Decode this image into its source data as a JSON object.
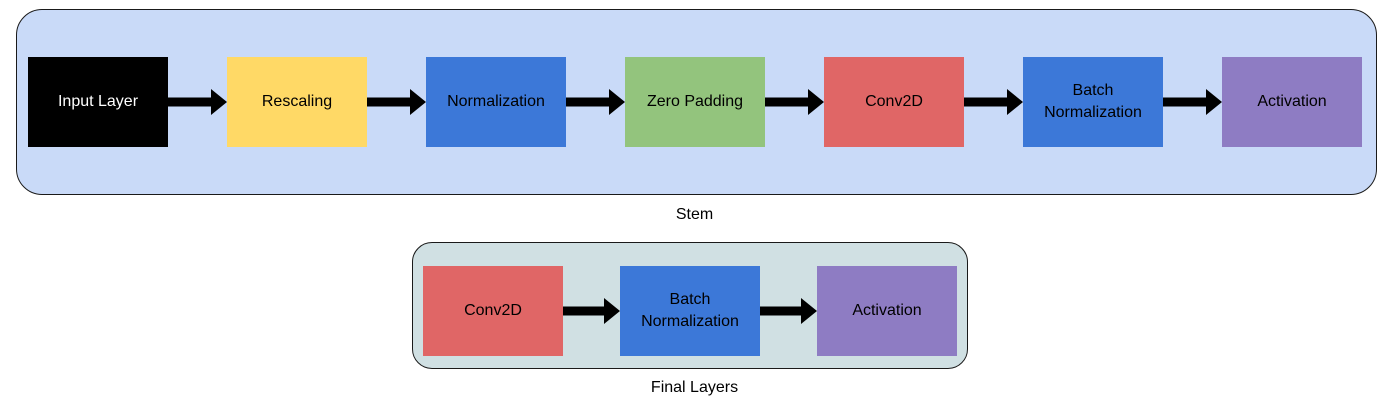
{
  "groups": {
    "stem": {
      "label": "Stem",
      "fill": "#c9daf8"
    },
    "final": {
      "label": "Final Layers",
      "fill": "#d0e0e3"
    }
  },
  "stem_nodes": [
    {
      "label": "Input Layer",
      "fill": "#000000",
      "text_color": "#ffffff"
    },
    {
      "label": "Rescaling",
      "fill": "#ffd966",
      "text_color": "#000000"
    },
    {
      "label": "Normalization",
      "fill": "#3c78d8",
      "text_color": "#000000"
    },
    {
      "label": "Zero Padding",
      "fill": "#93c47d",
      "text_color": "#000000"
    },
    {
      "label": "Conv2D",
      "fill": "#e06666",
      "text_color": "#000000"
    },
    {
      "label": "Batch\nNormalization",
      "fill": "#3c78d8",
      "text_color": "#000000"
    },
    {
      "label": "Activation",
      "fill": "#8e7cc3",
      "text_color": "#000000"
    }
  ],
  "final_nodes": [
    {
      "label": "Conv2D",
      "fill": "#e06666",
      "text_color": "#000000"
    },
    {
      "label": "Batch\nNormalization",
      "fill": "#3c78d8",
      "text_color": "#000000"
    },
    {
      "label": "Activation",
      "fill": "#8e7cc3",
      "text_color": "#000000"
    }
  ],
  "edges": {
    "stem": [
      [
        0,
        1
      ],
      [
        1,
        2
      ],
      [
        2,
        3
      ],
      [
        3,
        4
      ],
      [
        4,
        5
      ],
      [
        5,
        6
      ]
    ],
    "final": [
      [
        0,
        1
      ],
      [
        1,
        2
      ]
    ]
  },
  "arrow_color": "#000000"
}
